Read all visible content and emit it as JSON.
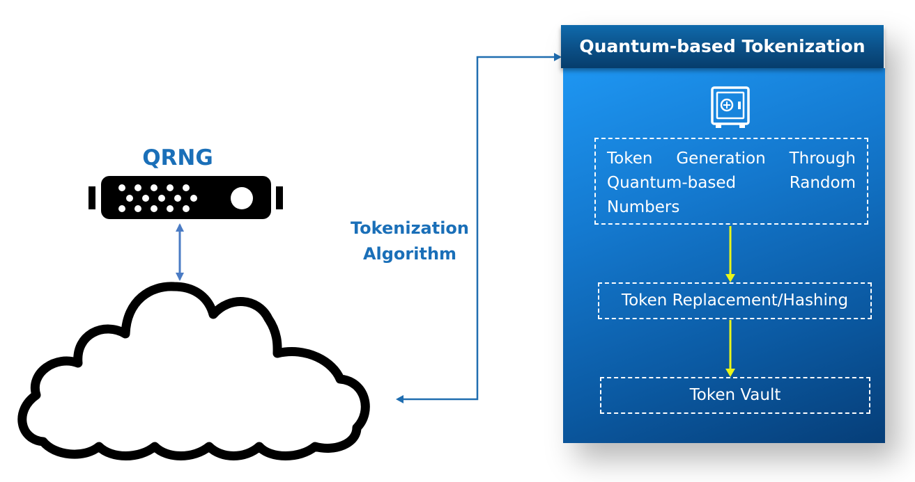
{
  "left": {
    "device_label": "QRNG",
    "device_icon": "qrng-device-icon",
    "cloud_icon": "cloud-icon"
  },
  "connector": {
    "label_line1": "Tokenization",
    "label_line2": "Algorithm",
    "color": "#1a6fb8"
  },
  "panel": {
    "title": "Quantum-based Tokenization",
    "icon": "safe-icon",
    "steps": [
      "Token Generation Through Quantum-based Random Numbers",
      "Token Replacement/Hashing",
      "Token Vault"
    ],
    "header_color": "#0b4f86",
    "body_color": "#1479cf",
    "step_arrow_color": "#e8f51a"
  }
}
